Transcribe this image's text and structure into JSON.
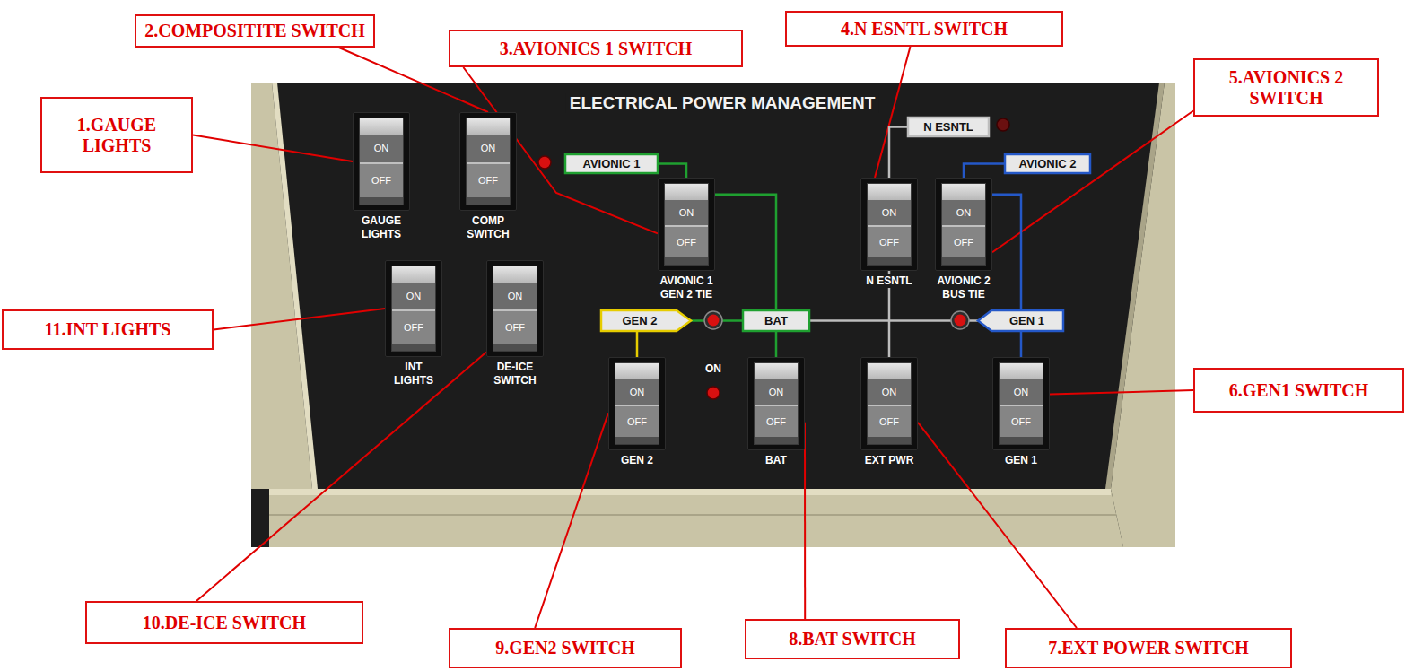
{
  "diagram": {
    "nodes": [
      {
        "text": [
          "2.COMPOSITITE SWITCH"
        ]
      },
      {
        "text": [
          "4.N ESNTL SWITCH"
        ]
      },
      {
        "text": [
          "3.AVIONICS 1 SWITCH"
        ]
      },
      {
        "text": [
          "1.GAUGE LIGHTS"
        ]
      },
      {
        "text": [
          "5.AVIONICS 2 SWITCH"
        ]
      },
      {
        "text": [
          "11.INT LIGHTS"
        ]
      },
      {
        "text": [
          "6.GEN1 SWITCH"
        ]
      },
      {
        "text": [
          "10.DE-ICE SWITCH"
        ]
      },
      {
        "text": [
          "9.GEN2 SWITCH"
        ]
      },
      {
        "text": [
          "8.BAT SWITCH"
        ]
      },
      {
        "text": [
          "7.EXT POWER SWITCH"
        ]
      },
      {
        "text": [
          "ELECTRICAL POWER MANAGEMENT"
        ]
      },
      {
        "text": [
          "ON",
          "OFF",
          "GAUGE LIGHTS"
        ],
        "in": 11
      },
      {
        "text": [
          "ON",
          "OFF",
          "COMP SWITCH"
        ],
        "in": 11
      },
      {
        "text": [
          "AVIONIC 1"
        ],
        "in": 11
      },
      {
        "text": [
          "N ESNTL"
        ],
        "in": 11
      },
      {
        "text": [
          "AVIONIC 2"
        ],
        "in": 11
      },
      {
        "text": [
          "ON",
          "OFF",
          "AVIONIC 1 GEN 2 TIE"
        ],
        "in": 11
      },
      {
        "text": [
          "ON",
          "OFF",
          "N ESNTL"
        ],
        "in": 11
      },
      {
        "text": [
          "ON",
          "OFF",
          "AVIONIC 2 BUS TIE"
        ],
        "in": 11
      },
      {
        "text": [
          "ON",
          "OFF",
          "INT LIGHTS"
        ],
        "in": 11
      },
      {
        "text": [
          "ON",
          "OFF",
          "DE-ICE SWITCH"
        ],
        "in": 11
      },
      {
        "text": [
          "GEN 2"
        ],
        "in": 11
      },
      {
        "text": [
          "BAT"
        ],
        "in": 11
      },
      {
        "text": [
          "GEN 1"
        ],
        "in": 11
      },
      {
        "text": [
          "ON",
          "OFF",
          "GEN 2"
        ],
        "in": 11
      },
      {
        "text": [
          "ON",
          "OFF",
          "BAT"
        ],
        "in": 11
      },
      {
        "text": [
          "ON",
          "OFF",
          "EXT PWR"
        ],
        "in": 11
      },
      {
        "text": [
          "ON",
          "OFF",
          "GEN 1"
        ],
        "in": 11
      }
    ],
    "edges": [
      {
        "from": 3,
        "to": 12,
        "arrow": "none"
      },
      {
        "from": 0,
        "to": 13,
        "arrow": "none"
      },
      {
        "from": 2,
        "to": 17,
        "arrow": "none"
      },
      {
        "from": 1,
        "to": 18,
        "arrow": "none"
      },
      {
        "from": 4,
        "to": 19,
        "arrow": "none"
      },
      {
        "from": 6,
        "to": 28,
        "arrow": "none"
      },
      {
        "from": 10,
        "to": 27,
        "arrow": "none"
      },
      {
        "from": 9,
        "to": 26,
        "arrow": "none"
      },
      {
        "from": 8,
        "to": 25,
        "arrow": "none"
      },
      {
        "from": 7,
        "to": 21,
        "arrow": "none"
      },
      {
        "from": 5,
        "to": 20,
        "arrow": "none"
      },
      {
        "from": 14,
        "to": 17,
        "arrow": "none"
      },
      {
        "from": 17,
        "to": 23,
        "arrow": "none"
      },
      {
        "from": 23,
        "to": 26,
        "arrow": "none"
      },
      {
        "from": 22,
        "to": 25,
        "arrow": "none"
      },
      {
        "from": 22,
        "to": 23,
        "arrow": "none"
      },
      {
        "from": 23,
        "to": 24,
        "arrow": "none"
      },
      {
        "from": 15,
        "to": 18,
        "arrow": "none"
      },
      {
        "from": 18,
        "to": 27,
        "arrow": "none"
      },
      {
        "from": 16,
        "to": 19,
        "arrow": "none"
      },
      {
        "from": 19,
        "to": 24,
        "arrow": "none"
      },
      {
        "from": 24,
        "to": 28,
        "arrow": "none"
      }
    ],
    "labels": [
      "ON"
    ]
  }
}
